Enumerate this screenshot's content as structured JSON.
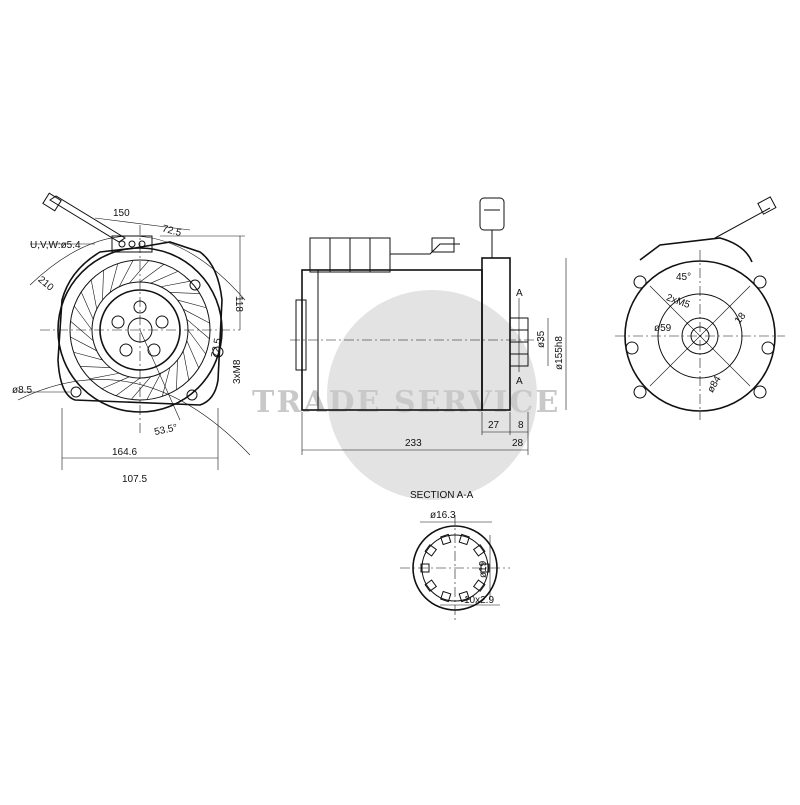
{
  "watermark": {
    "text": "TRADE SERVICE",
    "circle_color": "#e3e3e3",
    "text_color": "#c9c9c9"
  },
  "front_view": {
    "dims": {
      "d150": "150",
      "d72_5_top": "72.5",
      "d118": "118",
      "d72_5_right": "72.5",
      "m8": "3xM8",
      "uvw": "U,V,W:ø5.4",
      "d210": "210",
      "d8_5": "ø8.5",
      "d53_5": "53.5°",
      "d164_6": "164.6",
      "d107_5": "107.5"
    }
  },
  "side_view": {
    "dims": {
      "d233": "233",
      "d27": "27",
      "d8": "8",
      "d28": "28",
      "d35": "ø35",
      "d155": "ø155h8",
      "sec_a_top": "A",
      "sec_a_bottom": "A"
    }
  },
  "rear_view": {
    "dims": {
      "d45": "45°",
      "m5": "2xM5",
      "d59": "ø59",
      "d84": "ø84",
      "d18": "18"
    }
  },
  "section": {
    "title": "SECTION A-A",
    "d16_3": "ø16.3",
    "d19": "ø19",
    "spline": "10x2.9"
  }
}
